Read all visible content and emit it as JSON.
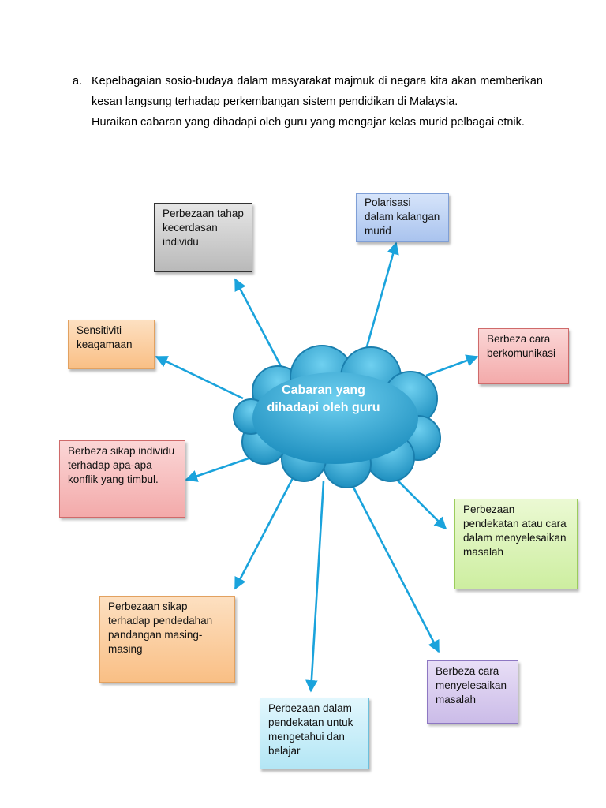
{
  "question": {
    "marker": "a.",
    "paragraph1": "Kepelbagaian sosio-budaya dalam masyarakat majmuk di negara kita akan memberikan kesan langsung terhadap perkembangan sistem pendidikan di Malaysia.",
    "paragraph2": "Huraikan cabaran yang dihadapi oleh guru yang mengajar kelas murid pelbagai etnik."
  },
  "center": {
    "label": "Cabaran yang dihadapi oleh guru",
    "color": "#2ba6d4"
  },
  "boxes": {
    "kecerdasan": {
      "label": "Perbezaan tahap kecerdasan individu",
      "color": "#c9c9c9"
    },
    "polarisasi": {
      "label": "Polarisasi dalam kalangan murid",
      "color": "#bcd2f3"
    },
    "keagamaan": {
      "label": "Sensitiviti keagamaan",
      "color": "#fbd0a3"
    },
    "berkomunikasi": {
      "label": "Berbeza cara berkomunikasi",
      "color": "#f8c2c2"
    },
    "konflik": {
      "label": "Berbeza sikap individu terhadap apa-apa konflik yang timbul.",
      "color": "#f8c2c2"
    },
    "pendekatan_masalah": {
      "label": "Perbezaan pendekatan atau cara dalam menyelesaikan masalah",
      "color": "#dcf4b8"
    },
    "pendedahan": {
      "label": "Perbezaan sikap terhadap pendedahan pandangan masing-masing",
      "color": "#fbd0a3"
    },
    "menyelesaikan": {
      "label": "Berbeza cara menyelesaikan masalah",
      "color": "#dcd0ef"
    },
    "belajar": {
      "label": "Perbezaan dalam pendekatan untuk mengetahui dan belajar",
      "color": "#c9eef8"
    }
  },
  "arrow_color": "#1aa3dc"
}
